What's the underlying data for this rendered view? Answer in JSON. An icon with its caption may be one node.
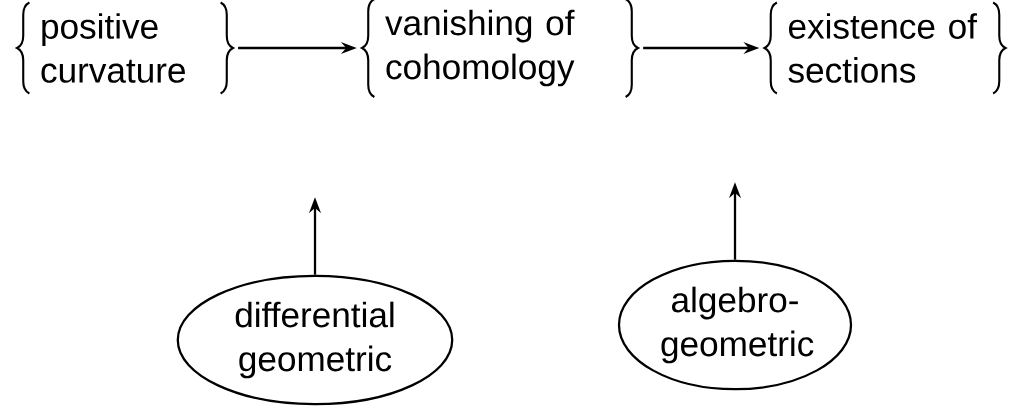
{
  "diagram": {
    "nodes": [
      {
        "text": [
          "positive curvature"
        ]
      },
      {
        "text": [
          "vanishing of cohomology"
        ]
      },
      {
        "text": [
          "existence of sections"
        ]
      },
      {
        "text": [
          "differential geometric"
        ]
      },
      {
        "text": [
          "algebro- geometric"
        ]
      }
    ],
    "edges": [
      {
        "from": 0,
        "to": 1,
        "arrow": "to"
      },
      {
        "from": 1,
        "to": 2,
        "arrow": "to"
      },
      {
        "from": 3,
        "to": null,
        "arrow": "to"
      },
      {
        "from": 4,
        "to": null,
        "arrow": "to"
      }
    ]
  }
}
